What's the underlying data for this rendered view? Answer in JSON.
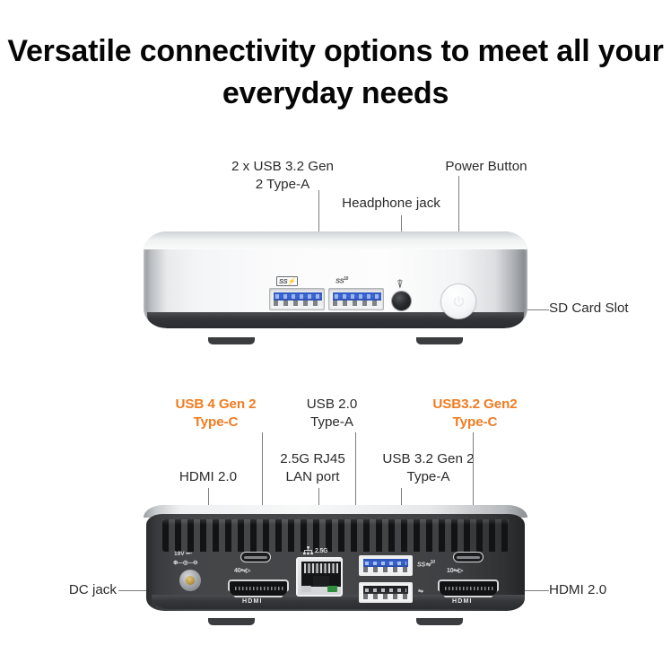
{
  "title": "Versatile connectivity options to\nmeet all your everyday needs",
  "front_panel": {
    "labels": {
      "usb_a_front": "2 x USB 3.2 Gen\n2 Type-A",
      "headphone": "Headphone jack",
      "power_button": "Power Button",
      "sd_card": "SD Card Slot"
    },
    "port_marks": {
      "usb1": "SS",
      "usb1_sup": "",
      "usb2": "SS",
      "usb2_sup": "10"
    },
    "icons": {
      "headphone": "headphone-icon",
      "power": "power-icon"
    }
  },
  "rear_panel": {
    "labels": {
      "usb4_type_c": "USB 4 Gen 2\nType-C",
      "usb20_type_a": "USB 2.0\nType-A",
      "usb32_type_c": "USB3.2 Gen2\nType-C",
      "hdmi_left": "HDMI 2.0",
      "rj45": "2.5G RJ45\nLAN port",
      "usb32_type_a": "USB 3.2 Gen 2\nType-A",
      "dc_jack": "DC jack",
      "hdmi_right": "HDMI 2.0"
    },
    "port_marks": {
      "dc_voltage": "19V",
      "usb_c_left": "40",
      "usb_c_right": "10",
      "lan_speed": "2.5G",
      "usb_a_blue": "SS",
      "usb_a_blue_sup": "10",
      "hdmi_text": "HDMI"
    }
  },
  "colors": {
    "accent_orange": "#F07C21",
    "label_text": "#2b2b2b",
    "title_text": "#060606",
    "leader_line": "#7d7d7d",
    "usb_blue": "#3a66d0",
    "lan_led_green": "#2f8f3d"
  }
}
